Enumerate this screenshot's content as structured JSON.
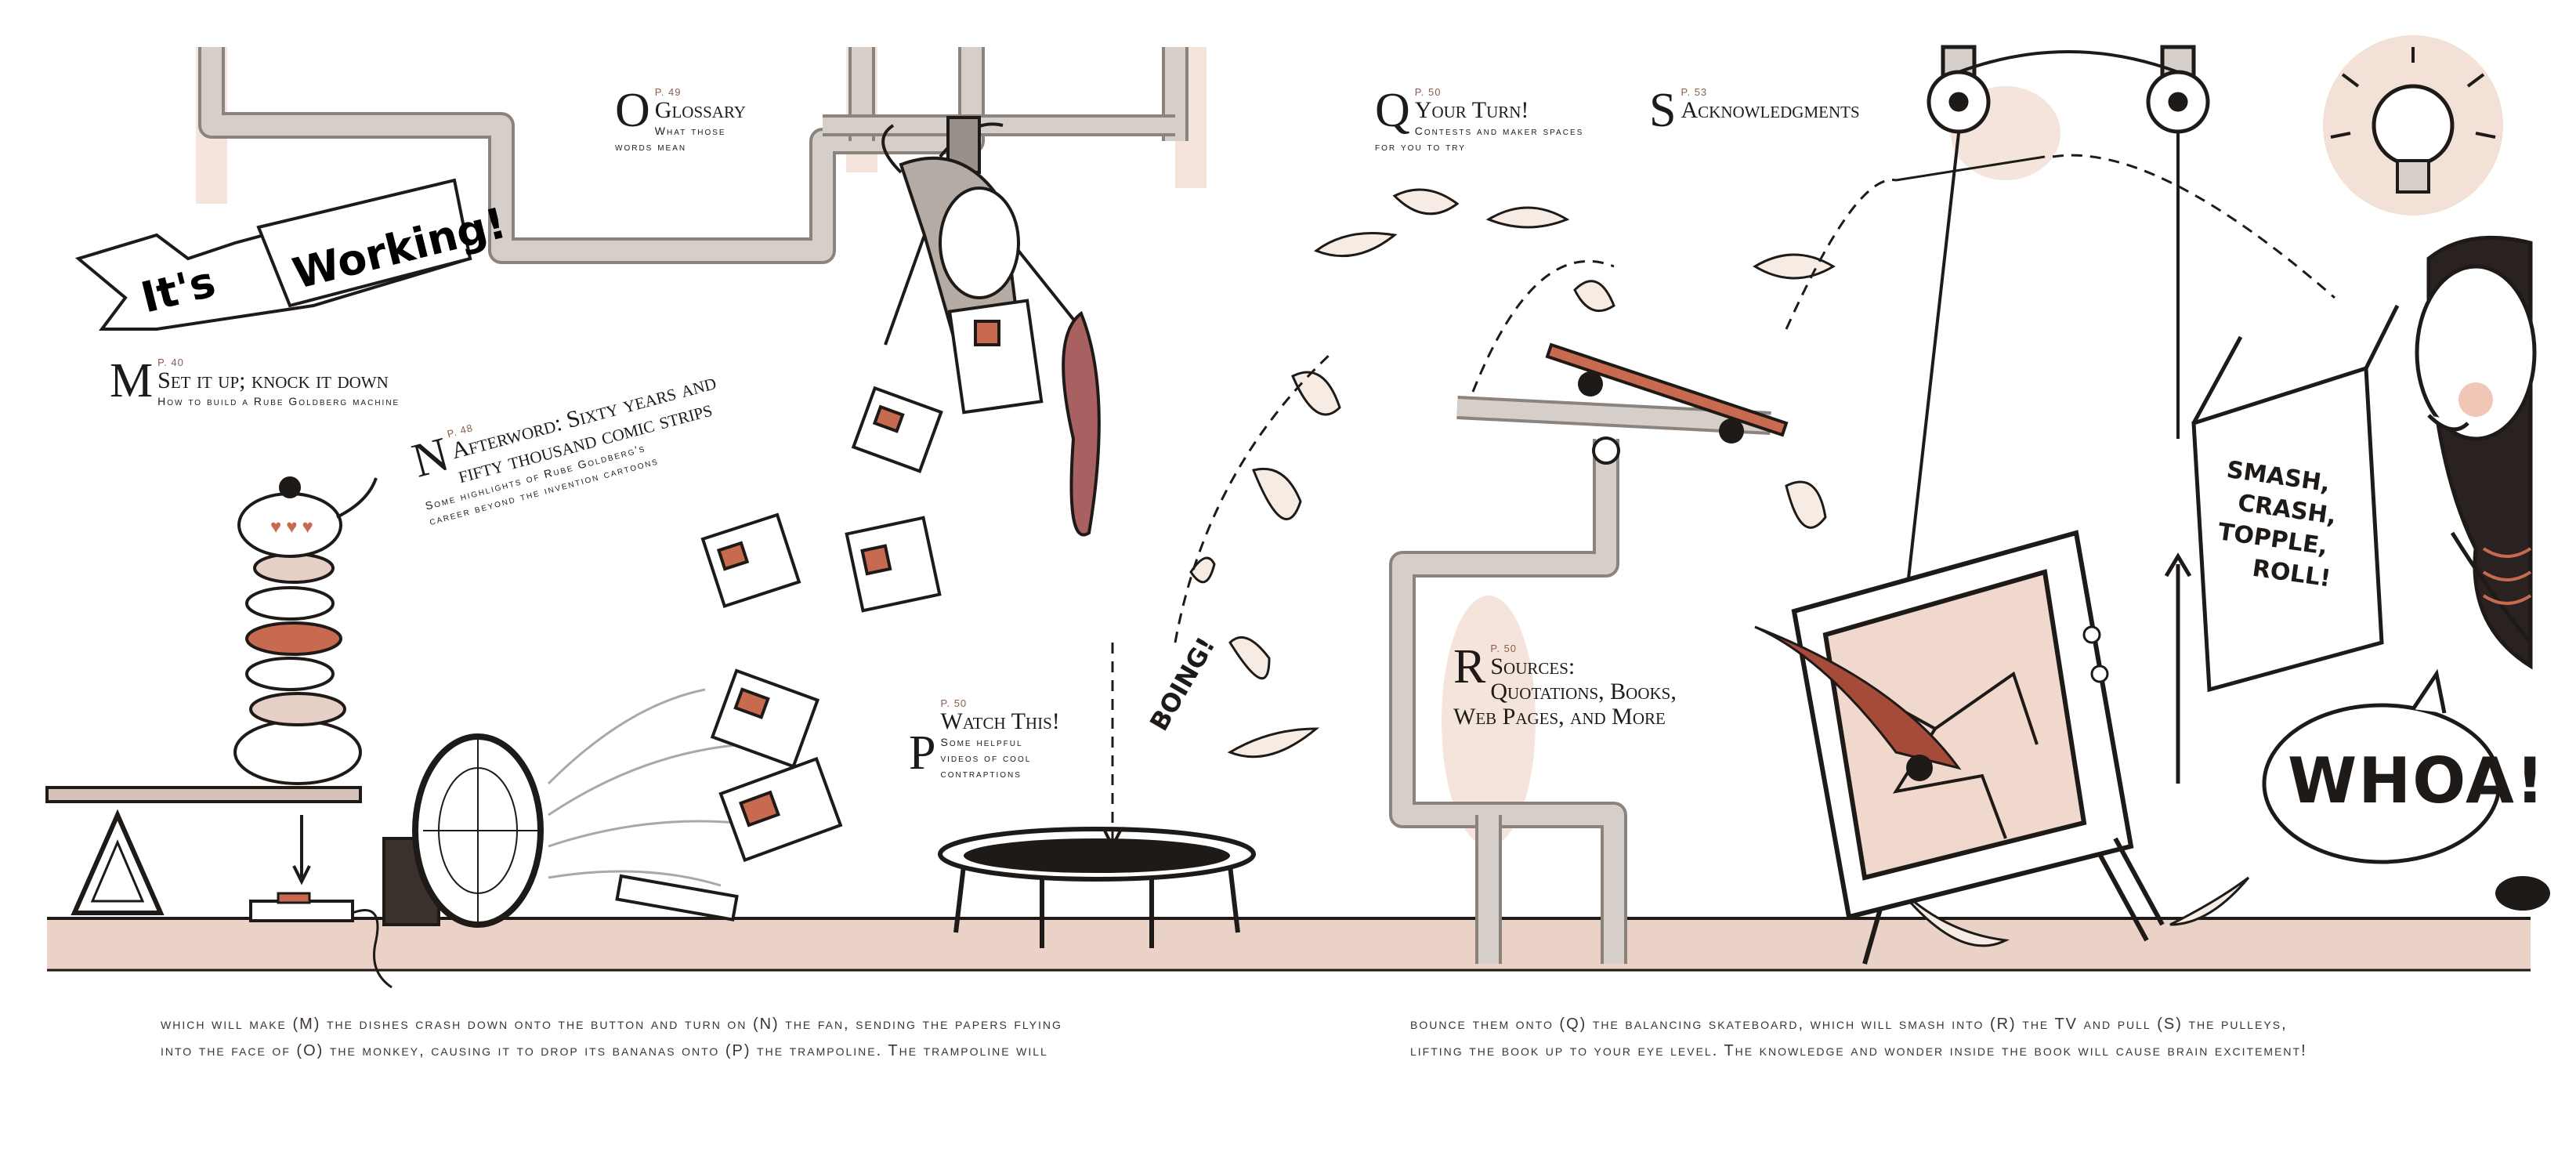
{
  "banner": {
    "word1": "It's",
    "word2": "Working!"
  },
  "entries": {
    "M": {
      "letter": "M",
      "page": "P. 40",
      "title": "Set it up; knock it down",
      "sub": "How to build a Rube Goldberg machine"
    },
    "N": {
      "letter": "N",
      "page": "P. 48",
      "title1": "Afterword: Sixty years and",
      "title2": "fifty thousand comic strips",
      "sub1": "Some highlights of Rube Goldberg's",
      "sub2": "career beyond the invention cartoons"
    },
    "O": {
      "letter": "O",
      "page": "P. 49",
      "title": "Glossary",
      "sub1": "What those",
      "sub2": "words mean"
    },
    "P": {
      "letter": "P",
      "page": "P. 50",
      "title": "Watch This!",
      "sub1": "Some helpful",
      "sub2": "videos of cool",
      "sub3": "contraptions"
    },
    "Q": {
      "letter": "Q",
      "page": "P. 50",
      "title": "Your Turn!",
      "sub1": "Contests and maker spaces",
      "sub2": "for you to try"
    },
    "R": {
      "letter": "R",
      "page": "P. 50",
      "title1": "Sources:",
      "title2": "Quotations, Books,",
      "title3": "Web Pages, and More"
    },
    "S": {
      "letter": "S",
      "page": "P. 53",
      "title": "Acknowledgments"
    }
  },
  "sound_effects": {
    "boing": "BOING!",
    "whoa": "WHOA!"
  },
  "book_cover": {
    "line1": "SMASH,",
    "line2": "CRASH,",
    "line3": "TOPPLE,",
    "line4": "ROLL!"
  },
  "captions": {
    "left_line1": "which will make (M) the dishes crash down onto the button and turn on (N) the fan, sending the papers flying",
    "left_line2": "into the face of (O) the monkey, causing it to drop its bananas onto (P) the trampoline. The trampoline will",
    "right_line1": "bounce them onto (Q) the balancing skateboard, which will smash into (R) the TV and pull (S) the pulleys,",
    "right_line2": "lifting the book up to your eye level. The knowledge and wonder inside the book will cause brain excitement!"
  },
  "colors": {
    "ink": "#1e1a18",
    "accent": "#c86a50",
    "blush": "#f0d8cc",
    "floor": "#ead2c6",
    "pipe": "#d6cfc9"
  }
}
